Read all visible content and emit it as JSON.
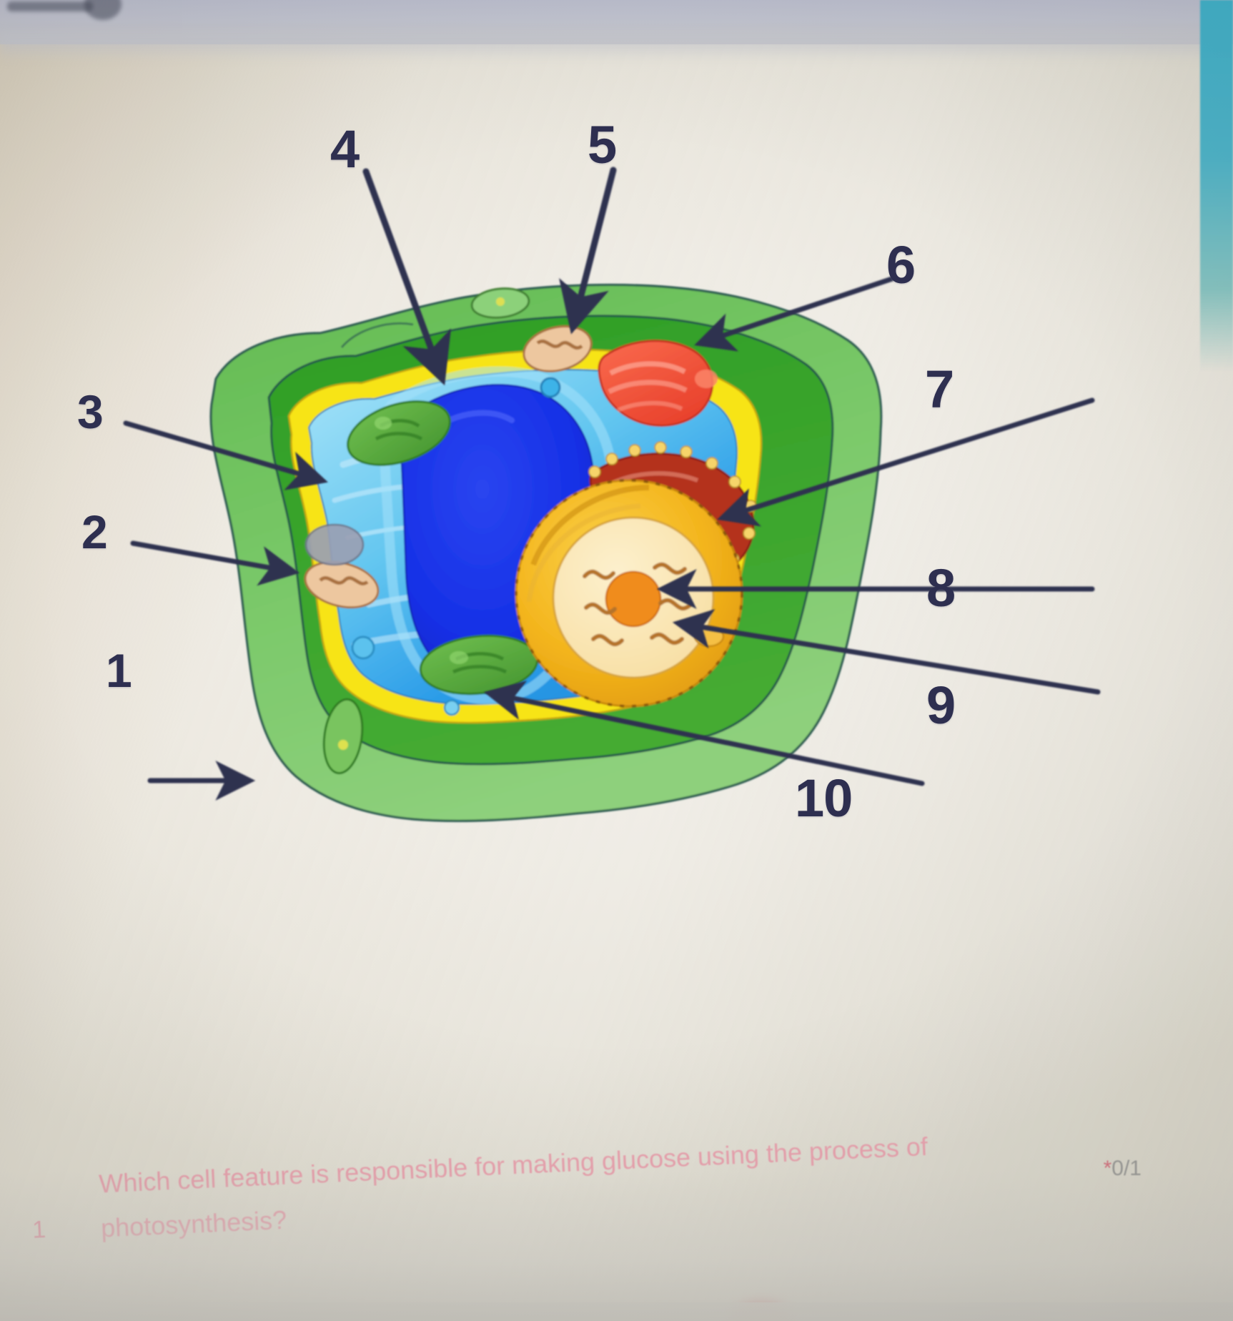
{
  "page": {
    "background_color": "#efece5",
    "type": "photo-of-quiz-screen"
  },
  "topbar": {
    "visible": true,
    "accent_color": "#3fb1ca",
    "bar_color": "#bfc2cf"
  },
  "diagram": {
    "title": "plant-cell-cross-section",
    "colors": {
      "cell_wall_outer": "#5ab34e",
      "cell_wall_mid": "#2f9e26",
      "membrane_yellow": "#f5e313",
      "cytoplasm_light": "#7fd3f2",
      "cytoplasm_mid": "#2e9fe8",
      "vacuole_blue": "#1231e8",
      "chloroplast_green": "#57a83a",
      "nucleus_orange": "#f2b01e",
      "nucleolus_orange": "#ee8a1c",
      "golgi_red": "#f4533c",
      "er_dark_red": "#b42b1d",
      "mitochondria_tan": "#e8c39a",
      "outline_dark": "#1f3a45"
    },
    "labels": [
      {
        "id": "1",
        "text": "1"
      },
      {
        "id": "2",
        "text": "2"
      },
      {
        "id": "3",
        "text": "3"
      },
      {
        "id": "4",
        "text": "4"
      },
      {
        "id": "5",
        "text": "5"
      },
      {
        "id": "6",
        "text": "6"
      },
      {
        "id": "7",
        "text": "7"
      },
      {
        "id": "8",
        "text": "8"
      },
      {
        "id": "9",
        "text": "9"
      },
      {
        "id": "10",
        "text": "10"
      }
    ]
  },
  "question": {
    "number": "1",
    "text": "Which cell feature is responsible for making glucose using the process of photosynthesis?",
    "score": "0/1",
    "required_marker": "*",
    "text_color": "#e8a2ae",
    "score_color": "#9a9a97"
  }
}
